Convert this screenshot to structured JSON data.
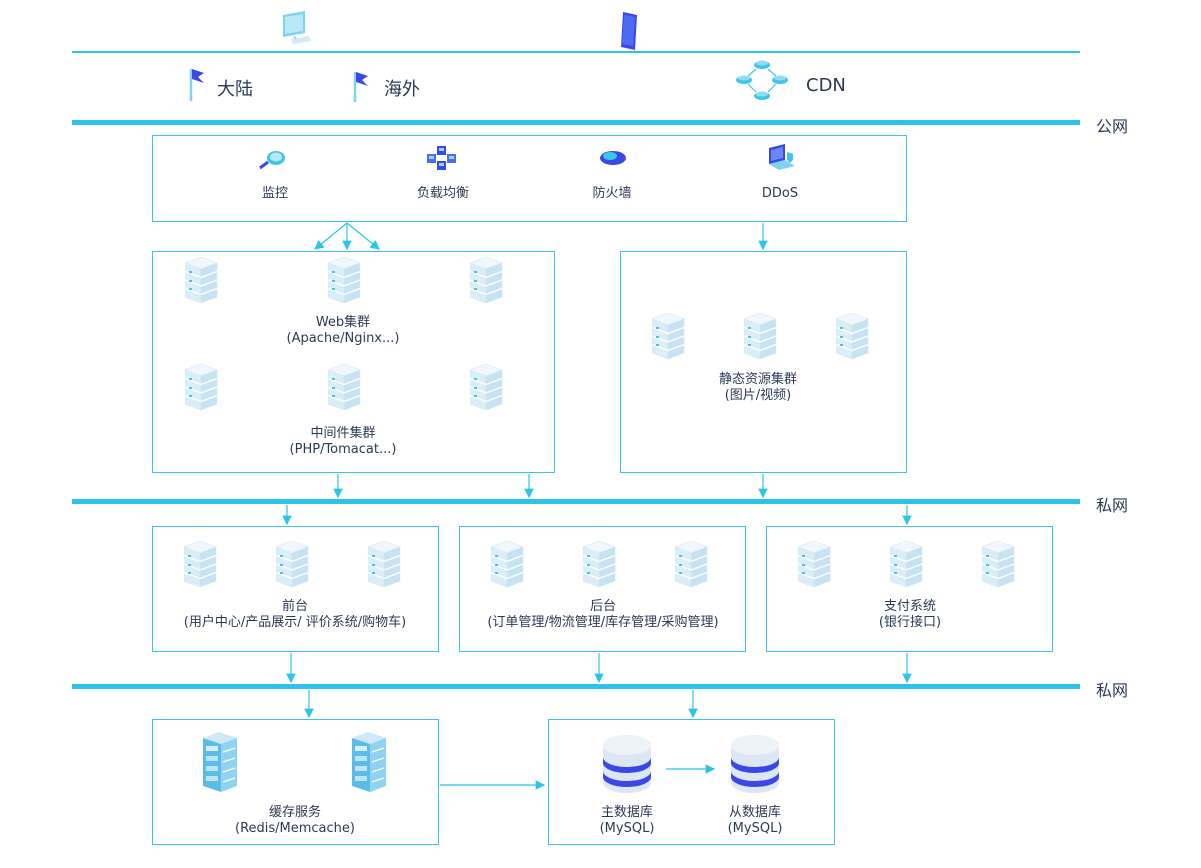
{
  "clients": {
    "region_mainland": "大陆",
    "region_overseas": "海外",
    "cdn": "CDN"
  },
  "networks": {
    "public": "公网",
    "private_1": "私网",
    "private_2": "私网"
  },
  "gateway": {
    "monitor": "监控",
    "load_balance": "负载均衡",
    "firewall": "防火墙",
    "ddos": "DDoS"
  },
  "web_cluster": {
    "title": "Web集群",
    "subtitle": "(Apache/Nginx...)"
  },
  "middleware_cluster": {
    "title": "中间件集群",
    "subtitle": "(PHP/Tomacat...)"
  },
  "static_cluster": {
    "title": "静态资源集群",
    "subtitle": "(图片/视频)"
  },
  "frontend": {
    "title": "前台",
    "subtitle": "(用户中心/产品展示/ 评价系统/购物车)"
  },
  "backend": {
    "title": "后台",
    "subtitle": "(订单管理/物流管理/库存管理/采购管理)"
  },
  "payment": {
    "title": "支付系统",
    "subtitle": "(银行接口)"
  },
  "cache": {
    "title": "缓存服务",
    "subtitle": "(Redis/Memcache)"
  },
  "master_db": {
    "title": "主数据库",
    "subtitle": "(MySQL)"
  },
  "slave_db": {
    "title": "从数据库",
    "subtitle": "(MySQL)"
  },
  "colors": {
    "line": "#2ec3e8",
    "text": "#2b3a55",
    "accent": "#3a49e6",
    "server_light": "#e4f3fb",
    "db_band": "#3a49e6"
  },
  "icons": {
    "desktop": "desktop-icon",
    "mobile": "mobile-icon",
    "flag": "flag-icon",
    "cdn": "cdn-cluster-icon",
    "monitor": "magnifier-icon",
    "load_balance": "cubes-icon",
    "firewall": "firewall-icon",
    "ddos": "laptop-shield-icon",
    "server": "server-rack-icon",
    "database": "database-icon"
  }
}
